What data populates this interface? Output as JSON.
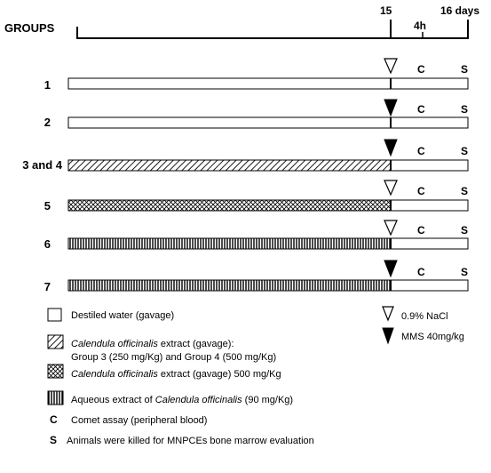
{
  "header": {
    "groups_label": "GROUPS",
    "day15": "15",
    "hour4": "4h",
    "day16": "16 days"
  },
  "groups": [
    {
      "label": "1",
      "pattern": "plain",
      "marker": "open-triangle",
      "c": "C",
      "s": "S"
    },
    {
      "label": "2",
      "pattern": "plain",
      "marker": "filled-triangle",
      "c": "C",
      "s": "S"
    },
    {
      "label": "3 and 4",
      "pattern": "diagonal-hatch",
      "marker": "filled-triangle",
      "c": "C",
      "s": "S"
    },
    {
      "label": "5",
      "pattern": "crosshatch",
      "marker": "open-triangle",
      "c": "C",
      "s": "S"
    },
    {
      "label": "6",
      "pattern": "vertical-stripes",
      "marker": "open-triangle",
      "c": "C",
      "s": "S"
    },
    {
      "label": "7",
      "pattern": "vertical-stripes",
      "marker": "filled-triangle",
      "c": "C",
      "s": "S"
    }
  ],
  "legend": {
    "plain": "Destiled water (gavage)",
    "diag_italic": "Calendula officinalis",
    "diag_rest": " extract (gavage):",
    "diag_line2": "Group 3 (250 mg/Kg) and Group 4 (500 mg/Kg)",
    "cross_italic": "Calendula officinalis",
    "cross_rest": " extract (gavage) 500 mg/Kg",
    "vert_pre": "Aqueous extract of ",
    "vert_italic": "Calendula officinalis",
    "vert_post": " (90 mg/Kg)",
    "c_symbol": "C",
    "c_text": "Comet assay (peripheral blood)",
    "s_symbol": "S",
    "s_text": "Animals were killed for MNPCEs bone marrow evaluation",
    "open_tri_text": "0.9% NaCl",
    "filled_tri_text": "MMS 40mg/kg"
  }
}
